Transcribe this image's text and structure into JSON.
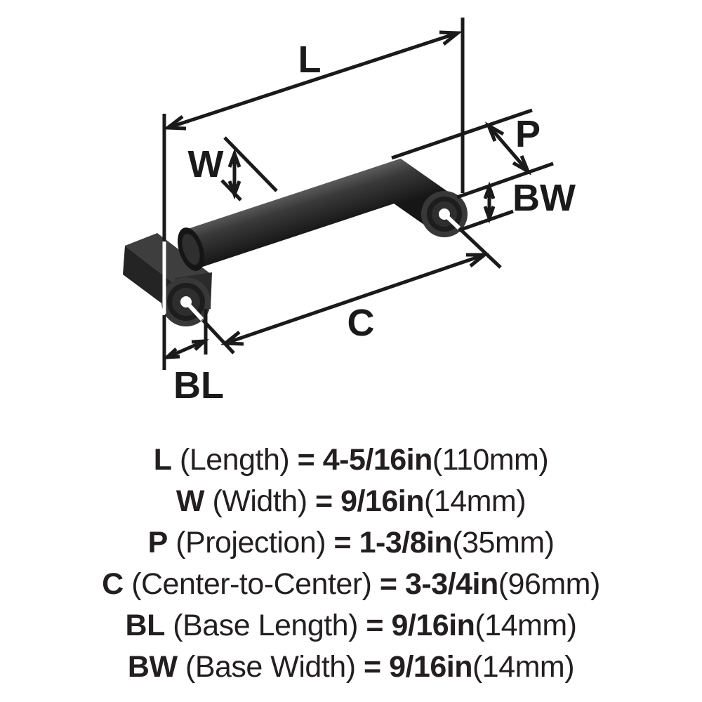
{
  "diagram": {
    "labels": {
      "length": "L",
      "width": "W",
      "projection": "P",
      "base_width": "BW",
      "center_to_center": "C",
      "base_length": "BL"
    },
    "colors": {
      "line": "#1a1a1a",
      "text": "#231f20",
      "background": "#ffffff",
      "handle_dark": "#161616",
      "handle_mid": "#2b2b2b",
      "handle_light": "#565656",
      "screw_hole": "#ffffff"
    }
  },
  "specs": {
    "rows": [
      {
        "label": "L",
        "descriptor": "(Length)",
        "equals": "=",
        "imperial": "4-5/16in",
        "metric": "(110mm)"
      },
      {
        "label": "W",
        "descriptor": "(Width)",
        "equals": "=",
        "imperial": "9/16in",
        "metric": "(14mm)"
      },
      {
        "label": "P",
        "descriptor": "(Projection)",
        "equals": "=",
        "imperial": "1-3/8in",
        "metric": "(35mm)"
      },
      {
        "label": "C",
        "descriptor": "(Center-to-Center)",
        "equals": "=",
        "imperial": "3-3/4in",
        "metric": "(96mm)"
      },
      {
        "label": "BL",
        "descriptor": "(Base Length)",
        "equals": "=",
        "imperial": "9/16in",
        "metric": "(14mm)"
      },
      {
        "label": "BW",
        "descriptor": "(Base Width)",
        "equals": "=",
        "imperial": "9/16in",
        "metric": "(14mm)"
      }
    ]
  }
}
